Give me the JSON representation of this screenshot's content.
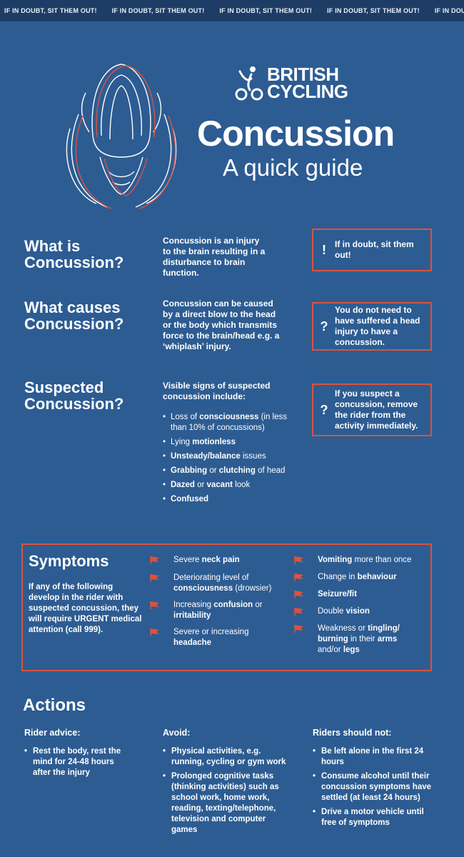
{
  "banner": {
    "repeat_text": "IF IN DOUBT, SIT THEM OUT!"
  },
  "brand": {
    "line1": "BRITISH",
    "line2": "CYCLING"
  },
  "header": {
    "title": "Concussion",
    "subtitle": "A quick guide"
  },
  "sections": [
    {
      "heading_line1": "What is",
      "heading_line2": "Concussion?",
      "body": "Concussion is an injury to the brain resulting in a disturbance to brain function.",
      "callout_icon": "!",
      "callout_text": "If in doubt, sit them out!"
    },
    {
      "heading_line1": "What causes",
      "heading_line2": "Concussion?",
      "body": "Concussion can be caused by a direct blow to the head or the body which transmits force to the brain/head e.g. a ‘whiplash’ injury.",
      "callout_icon": "?",
      "callout_text": "You do not need to have suffered a head injury to have a concussion."
    },
    {
      "heading_line1": "Suspected",
      "heading_line2": "Concussion?",
      "body": "Visible signs of suspected concussion include:",
      "callout_icon": "?",
      "callout_text": "If you suspect a concussion, remove the rider from the activity immediately."
    }
  ],
  "signs": [
    {
      "pre": "Loss of ",
      "bold": "consciousness",
      "post": " (in less than 10% of concussions)"
    },
    {
      "pre": "Lying ",
      "bold": "motionless",
      "post": ""
    },
    {
      "pre": "",
      "bold": "Unsteady/balance",
      "post": " issues"
    },
    {
      "pre": "",
      "bold": "Grabbing",
      "post": " or ",
      "bold2": "clutching",
      "post2": " of head"
    },
    {
      "pre": "",
      "bold": "Dazed",
      "post": " or ",
      "bold2": "vacant",
      "post2": " look"
    },
    {
      "pre": "",
      "bold": "Confused",
      "post": ""
    }
  ],
  "symptoms": {
    "title": "Symptoms",
    "intro": "If any of the following develop in the rider with suspected concussion, they will require URGENT medical attention (call 999).",
    "col1": [
      {
        "pre": "Severe ",
        "bold": "neck pain",
        "post": ""
      },
      {
        "pre": "Deteriorating level of ",
        "bold": "consciousness",
        "post": " (drowsier)"
      },
      {
        "pre": "Increasing ",
        "bold": "confusion",
        "post": " or ",
        "bold2": "irritability",
        "post2": ""
      },
      {
        "pre": "Severe or increasing ",
        "bold": "headache",
        "post": ""
      }
    ],
    "col2": [
      {
        "pre": "",
        "bold": "Vomiting",
        "post": " more than once"
      },
      {
        "pre": "Change in ",
        "bold": "behaviour",
        "post": ""
      },
      {
        "pre": "",
        "bold": "Seizure/fit",
        "post": ""
      },
      {
        "pre": "Double ",
        "bold": "vision",
        "post": ""
      },
      {
        "pre": "Weakness or ",
        "bold": "tingling/ burning",
        "post": " in their ",
        "bold2": "arms",
        "post2": " and/or ",
        "bold3": "legs"
      }
    ]
  },
  "actions": {
    "title": "Actions",
    "columns": [
      {
        "heading": "Rider advice:",
        "items": [
          "Rest the body, rest the mind for 24-48 hours after the injury"
        ]
      },
      {
        "heading": "Avoid:",
        "items": [
          "Physical activities, e.g. running, cycling or gym work",
          "Prolonged cognitive tasks (thinking activities) such as school work, home work, reading, texting/telephone, television and computer games"
        ]
      },
      {
        "heading": "Riders should not:",
        "items": [
          "Be left alone in the first 24 hours",
          "Consume alcohol until their concussion symptoms have settled (at least 24 hours)",
          "Drive a motor vehicle until free of symptoms"
        ]
      }
    ]
  },
  "colors": {
    "background": "#2d5c92",
    "banner": "#1e3d66",
    "accent_red": "#d9533f"
  },
  "icons": [
    "head-illustration-icon",
    "british-cycling-logo-icon",
    "red-flag-icon"
  ]
}
